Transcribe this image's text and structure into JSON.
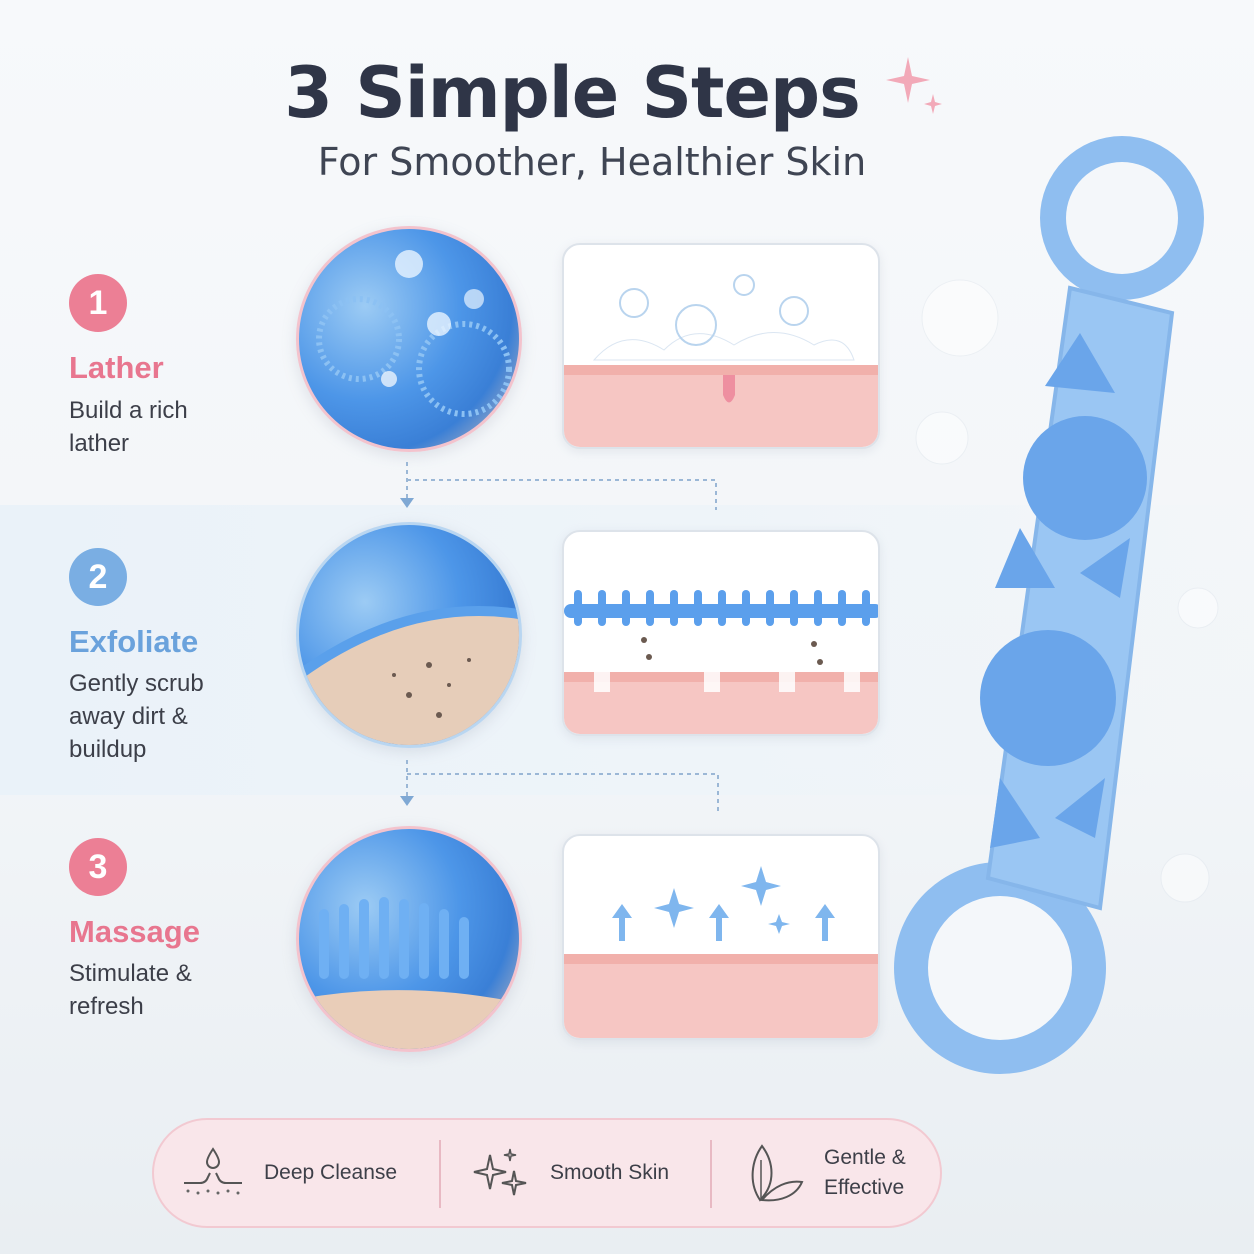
{
  "header": {
    "title": "3 Simple Steps",
    "subtitle": "For Smoother, Healthier Skin"
  },
  "steps": [
    {
      "number": "1",
      "title": "Lather",
      "description": "Build a rich lather",
      "color": "#ec7f95"
    },
    {
      "number": "2",
      "title": "Exfoliate",
      "description": "Gently scrub away dirt & buildup",
      "color": "#7aaee3"
    },
    {
      "number": "3",
      "title": "Massage",
      "description": "Stimulate & refresh",
      "color": "#ec7f95"
    }
  ],
  "benefits": [
    {
      "label": "Deep Cleanse",
      "icon": "pores-icon"
    },
    {
      "label": "Smooth Skin",
      "icon": "sparkle-icon"
    },
    {
      "label": "Gentle & Effective",
      "icon": "leaf-icon"
    }
  ],
  "colors": {
    "pink_accent": "#ec7f95",
    "blue_accent": "#7aaee3",
    "tool_blue": "#8fbef0",
    "title_dark": "#2f3547"
  }
}
